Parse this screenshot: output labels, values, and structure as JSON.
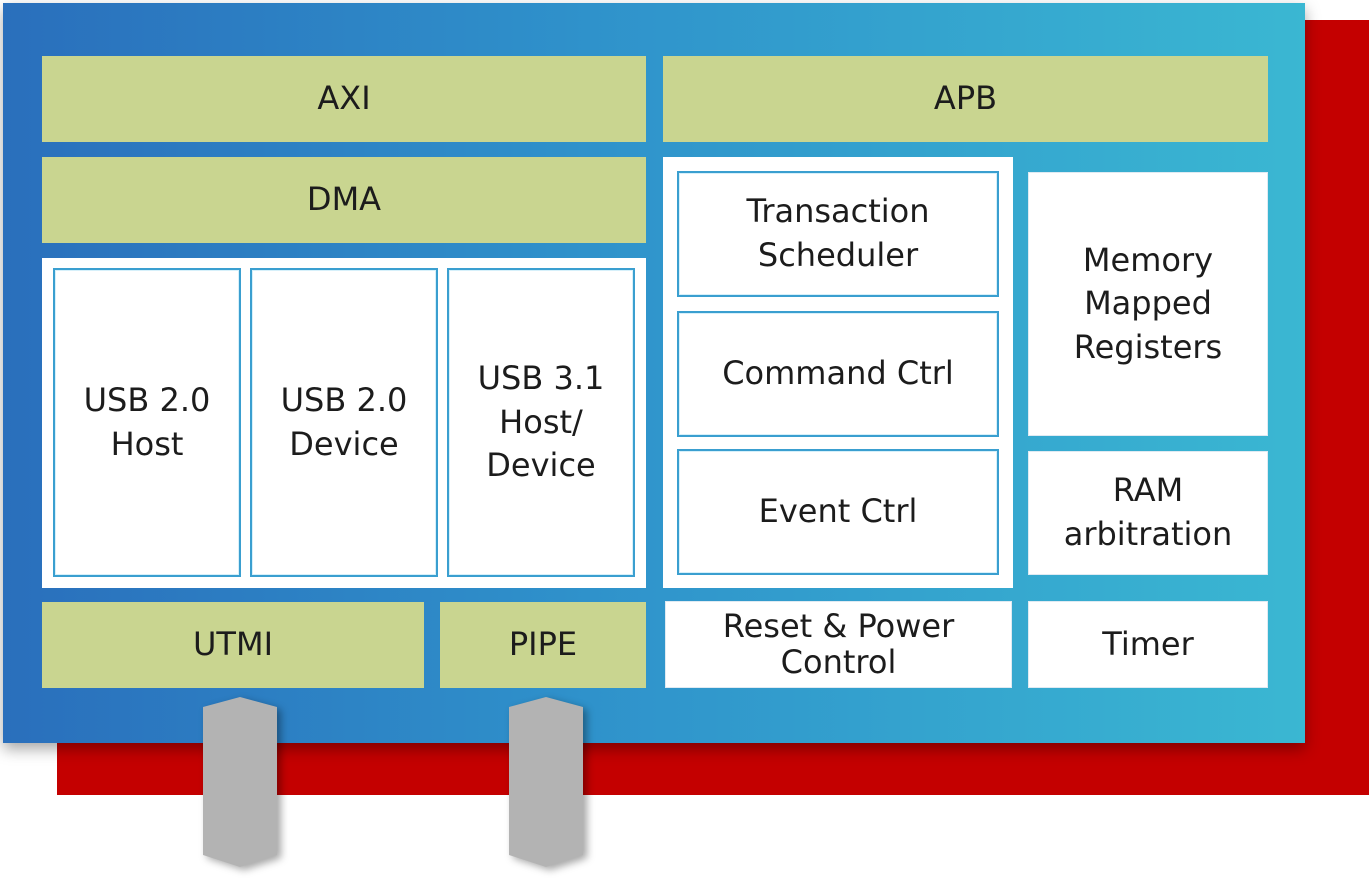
{
  "colors": {
    "panel_gradient": [
      "#2a6fbc",
      "#3ab7d2"
    ],
    "bus_block": "#c9d590",
    "back_plate": "#c40000",
    "connector": "#b3b3b3"
  },
  "blocks": {
    "axi": "AXI",
    "apb": "APB",
    "dma": "DMA",
    "usb20_host": "USB 2.0\nHost",
    "usb20_device": "USB 2.0\nDevice",
    "usb31": "USB 3.1\nHost/\nDevice",
    "transaction_scheduler": "Transaction\nScheduler",
    "command_ctrl": "Command Ctrl",
    "event_ctrl": "Event Ctrl",
    "memory_mapped_registers": "Memory\nMapped\nRegisters",
    "ram_arbitration": "RAM\narbitration",
    "utmi": "UTMI",
    "pipe": "PIPE",
    "reset_power": "Reset & Power\nControl",
    "timer": "Timer"
  },
  "connectors": [
    "utmi-connector",
    "pipe-connector"
  ]
}
